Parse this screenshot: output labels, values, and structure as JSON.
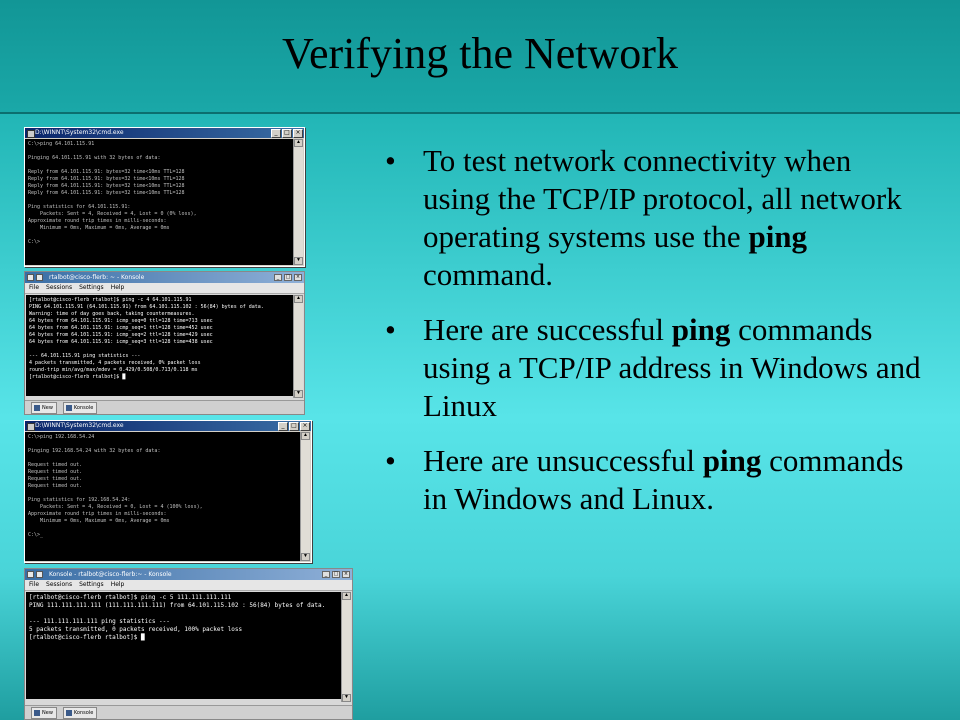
{
  "slide": {
    "title": "Verifying the Network",
    "bullets": [
      {
        "pre": "To test network connectivity when using the TCP/IP protocol, all network operating systems use the ",
        "bold": "ping",
        "post": " command."
      },
      {
        "pre": "Here are successful ",
        "bold": "ping",
        "post": " commands using a TCP/IP address in Windows and Linux"
      },
      {
        "pre": "Here are unsuccessful ",
        "bold": "ping",
        "post": " commands in Windows and Linux."
      }
    ]
  },
  "windows": {
    "cmd1": {
      "title": "D:\\WINNT\\System32\\cmd.exe",
      "output": "C:\\>ping 64.101.115.91\n\nPinging 64.101.115.91 with 32 bytes of data:\n\nReply from 64.101.115.91: bytes=32 time<10ms TTL=128\nReply from 64.101.115.91: bytes=32 time<10ms TTL=128\nReply from 64.101.115.91: bytes=32 time<10ms TTL=128\nReply from 64.101.115.91: bytes=32 time<10ms TTL=128\n\nPing statistics for 64.101.115.91:\n    Packets: Sent = 4, Received = 4, Lost = 0 (0% loss),\nApproximate round trip times in milli-seconds:\n    Minimum = 0ms, Maximum = 0ms, Average = 0ms\n\nC:\\>"
    },
    "konsole1": {
      "title": "rtalbot@cisco-flerb: ~ - Konsole",
      "menu": [
        "File",
        "Sessions",
        "Settings",
        "Help"
      ],
      "output": "[rtalbot@cisco-flerb rtalbot]$ ping -c 4 64.101.115.91\nPING 64.101.115.91 (64.101.115.91) from 64.101.115.102 : 56(84) bytes of data.\nWarning: time of day goes back, taking countermeasures.\n64 bytes from 64.101.115.91: icmp_seq=0 ttl=128 time=713 usec\n64 bytes from 64.101.115.91: icmp_seq=1 ttl=128 time=452 usec\n64 bytes from 64.101.115.91: icmp_seq=2 ttl=128 time=429 usec\n64 bytes from 64.101.115.91: icmp_seq=3 ttl=128 time=438 usec\n\n--- 64.101.115.91 ping statistics ---\n4 packets transmitted, 4 packets received, 0% packet loss\nround-trip min/avg/max/mdev = 0.429/0.508/0.713/0.118 ms\n[rtalbot@cisco-flerb rtalbot]$ █",
      "tabs": [
        "New",
        "Konsole"
      ]
    },
    "cmd2": {
      "title": "D:\\WINNT\\System32\\cmd.exe",
      "output": "C:\\>ping 192.168.54.24\n\nPinging 192.168.54.24 with 32 bytes of data:\n\nRequest timed out.\nRequest timed out.\nRequest timed out.\nRequest timed out.\n\nPing statistics for 192.168.54.24:\n    Packets: Sent = 4, Received = 0, Lost = 4 (100% loss),\nApproximate round trip times in milli-seconds:\n    Minimum = 0ms, Maximum = 0ms, Average = 0ms\n\nC:\\>_"
    },
    "konsole2": {
      "title": "Konsole - rtalbot@cisco-flerb:~ - Konsole",
      "menu": [
        "File",
        "Sessions",
        "Settings",
        "Help"
      ],
      "output": "[rtalbot@cisco-flerb rtalbot]$ ping -c 5 111.111.111.111\nPING 111.111.111.111 (111.111.111.111) from 64.101.115.102 : 56(84) bytes of data.\n\n--- 111.111.111.111 ping statistics ---\n5 packets transmitted, 0 packets received, 100% packet loss\n[rtalbot@cisco-flerb rtalbot]$ █",
      "tabs": [
        "New",
        "Konsole"
      ]
    }
  }
}
